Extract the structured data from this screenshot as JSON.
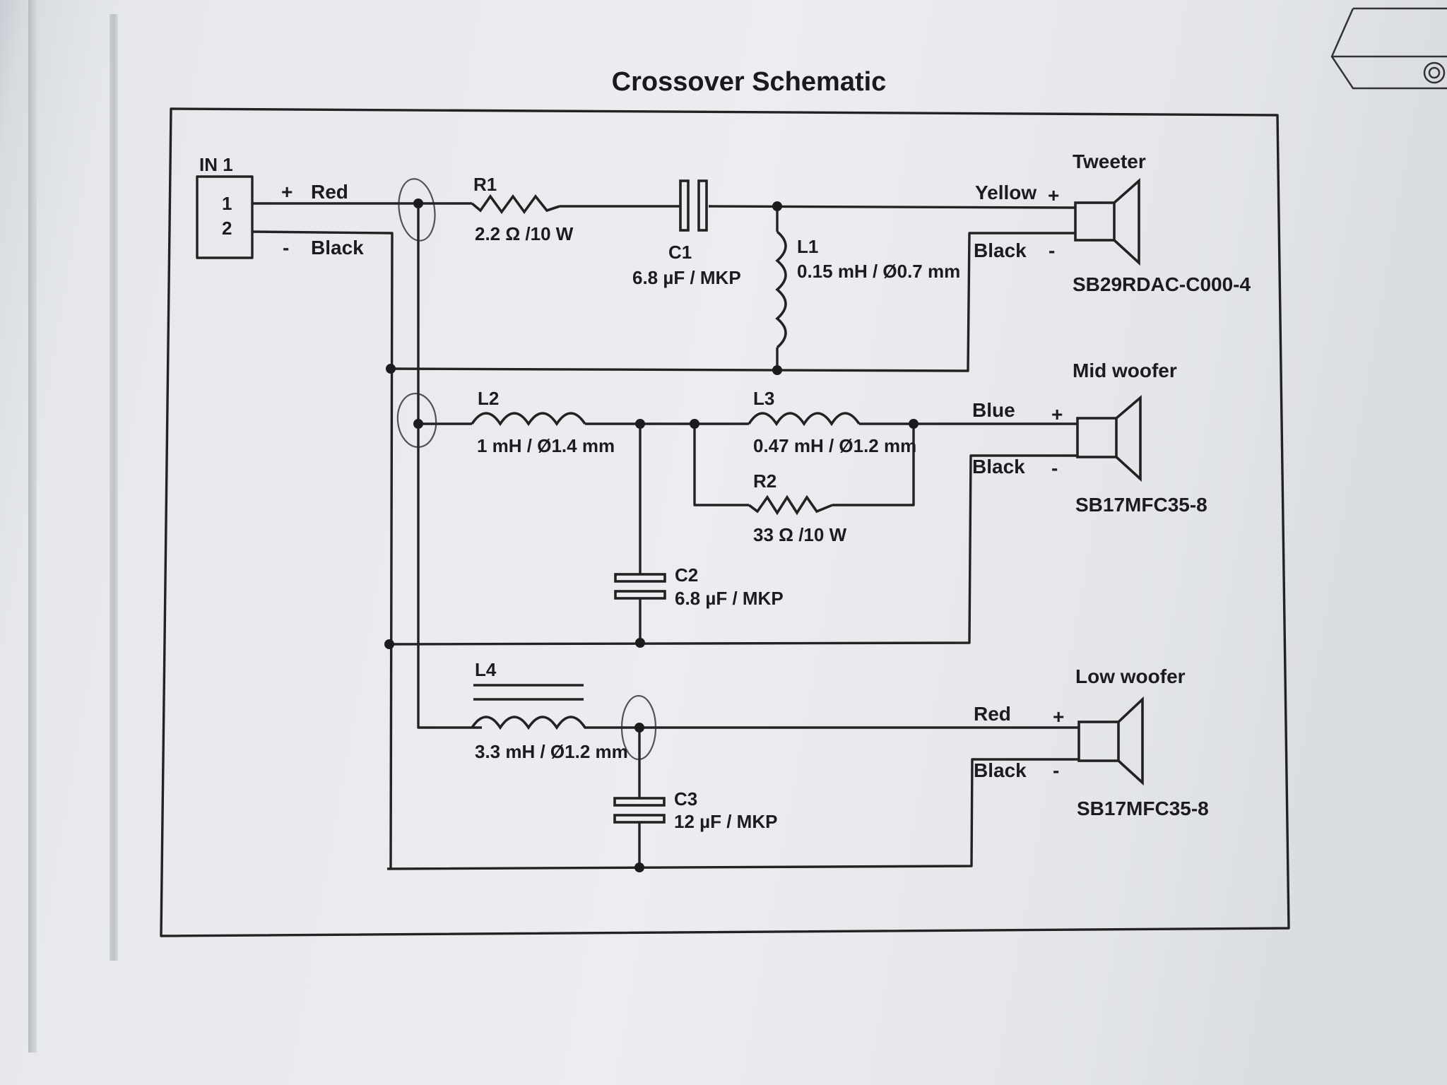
{
  "title": "Crossover Schematic",
  "input": {
    "name": "IN 1",
    "pins": [
      "1",
      "2"
    ],
    "plus_sign": "+",
    "minus_sign": "-",
    "plus_wire": "Red",
    "minus_wire": "Black"
  },
  "components": {
    "r1": {
      "ref": "R1",
      "value": "2.2 Ω /10 W"
    },
    "c1": {
      "ref": "C1",
      "value": "6.8 µF / MKP"
    },
    "l1": {
      "ref": "L1",
      "value": "0.15 mH / Ø0.7 mm"
    },
    "l2": {
      "ref": "L2",
      "value": "1 mH / Ø1.4 mm"
    },
    "l3": {
      "ref": "L3",
      "value": "0.47 mH / Ø1.2 mm"
    },
    "r2": {
      "ref": "R2",
      "value": "33 Ω /10 W"
    },
    "c2": {
      "ref": "C2",
      "value": "6.8 µF / MKP"
    },
    "l4": {
      "ref": "L4",
      "value": "3.3 mH / Ø1.2 mm"
    },
    "c3": {
      "ref": "C3",
      "value": "12 µF / MKP"
    }
  },
  "drivers": {
    "tweeter": {
      "title": "Tweeter",
      "model": "SB29RDAC-C000-4",
      "plus_wire": "Yellow",
      "minus_wire": "Black",
      "plus_sign": "+",
      "minus_sign": "-"
    },
    "mid": {
      "title": "Mid woofer",
      "model": "SB17MFC35-8",
      "plus_wire": "Blue",
      "minus_wire": "Black",
      "plus_sign": "+",
      "minus_sign": "-"
    },
    "low": {
      "title": "Low woofer",
      "model": "SB17MFC35-8",
      "plus_wire": "Red",
      "minus_wire": "Black",
      "plus_sign": "+",
      "minus_sign": "-"
    }
  },
  "colors": {
    "ink": "#222222",
    "paper": "#eceef1"
  }
}
